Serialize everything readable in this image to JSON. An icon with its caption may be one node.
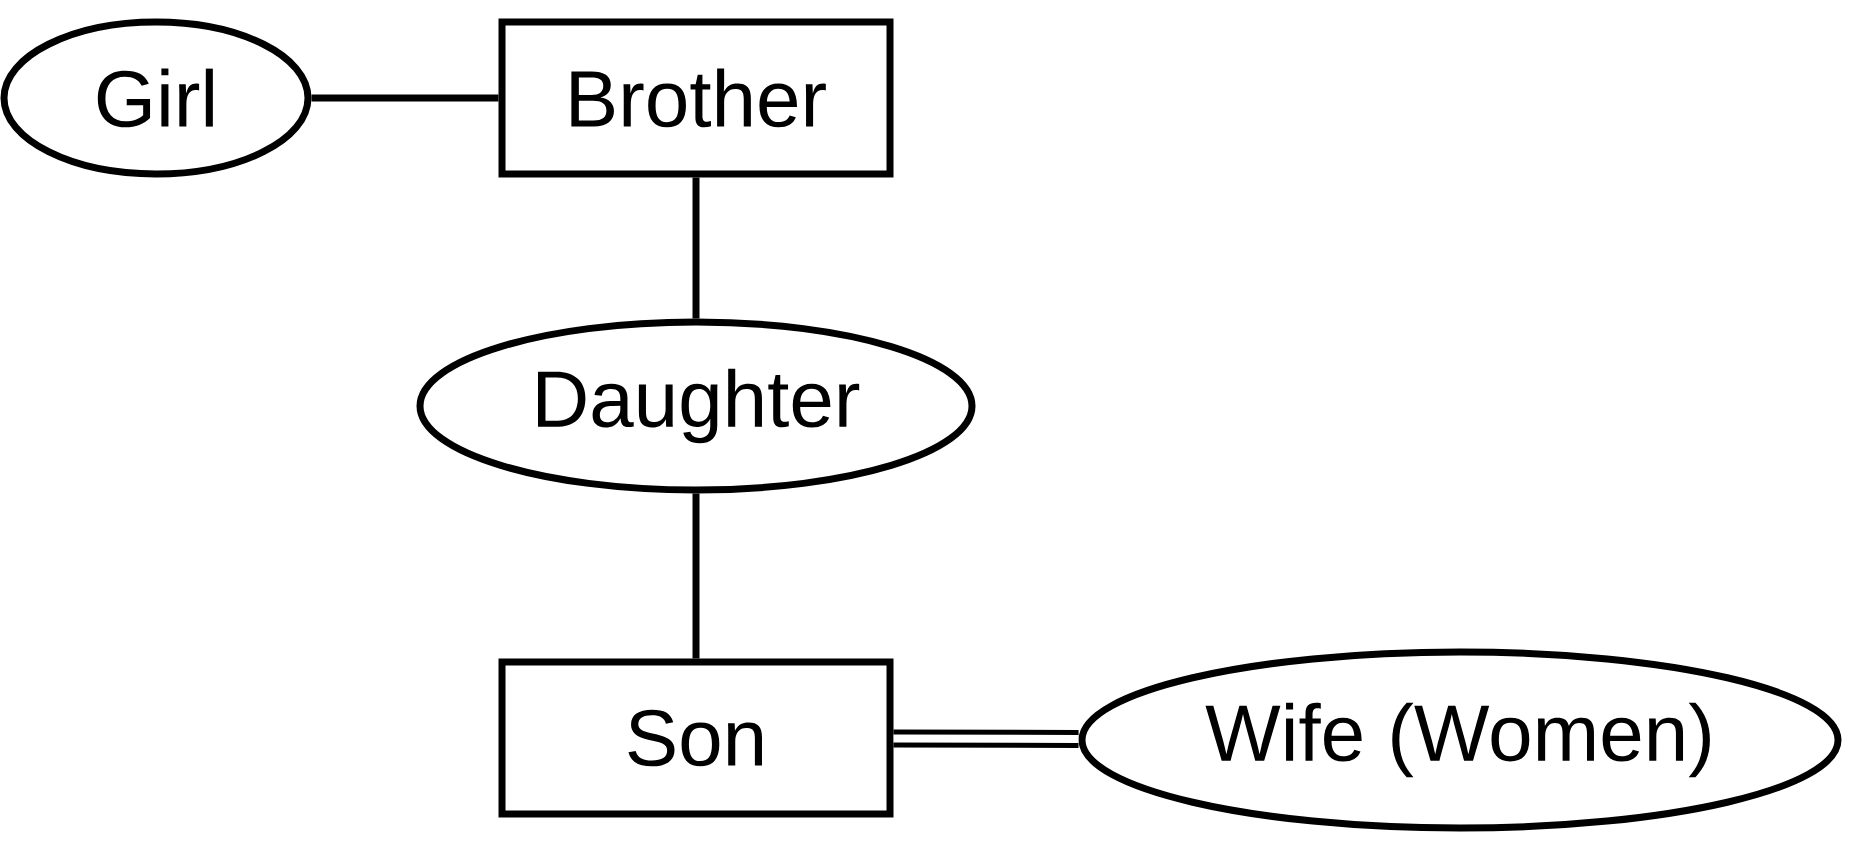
{
  "diagram": {
    "nodes": [
      {
        "text": [
          "Girl"
        ]
      },
      {
        "text": [
          "Brother"
        ]
      },
      {
        "text": [
          "Daughter"
        ]
      },
      {
        "text": [
          "Son"
        ]
      },
      {
        "text": [
          "Wife (Women)"
        ]
      }
    ],
    "edges": [
      {
        "from": 0,
        "to": 1,
        "arrow": "none"
      },
      {
        "from": 1,
        "to": 2,
        "arrow": "none"
      },
      {
        "from": 2,
        "to": 3,
        "arrow": "none"
      },
      {
        "from": 3,
        "to": 4,
        "arrow": "none",
        "style": "thick"
      }
    ]
  }
}
